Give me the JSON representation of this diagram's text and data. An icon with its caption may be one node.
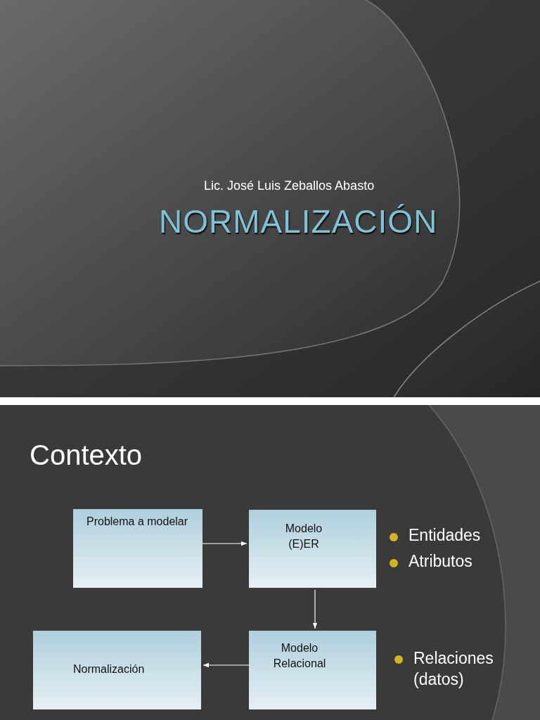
{
  "diagram": {
    "title": "NORMALIZACIÓN",
    "nodes": [
      {
        "text": [
          "Problema a modelar"
        ]
      },
      {
        "text": [
          "Modelo (E)ER"
        ]
      },
      {
        "text": [
          "Normalización"
        ]
      },
      {
        "text": [
          "Modelo Relacional"
        ]
      }
    ],
    "edges": [
      {
        "from": 0,
        "to": 1,
        "arrow": "to"
      },
      {
        "from": 1,
        "to": 3,
        "arrow": "to"
      },
      {
        "from": 3,
        "to": 2,
        "arrow": "to"
      }
    ],
    "labels": [
      "Lic. José Luis Zeballos Abasto",
      "Contexto",
      "Entidades",
      "Atributos",
      "Relaciones (datos)"
    ]
  }
}
